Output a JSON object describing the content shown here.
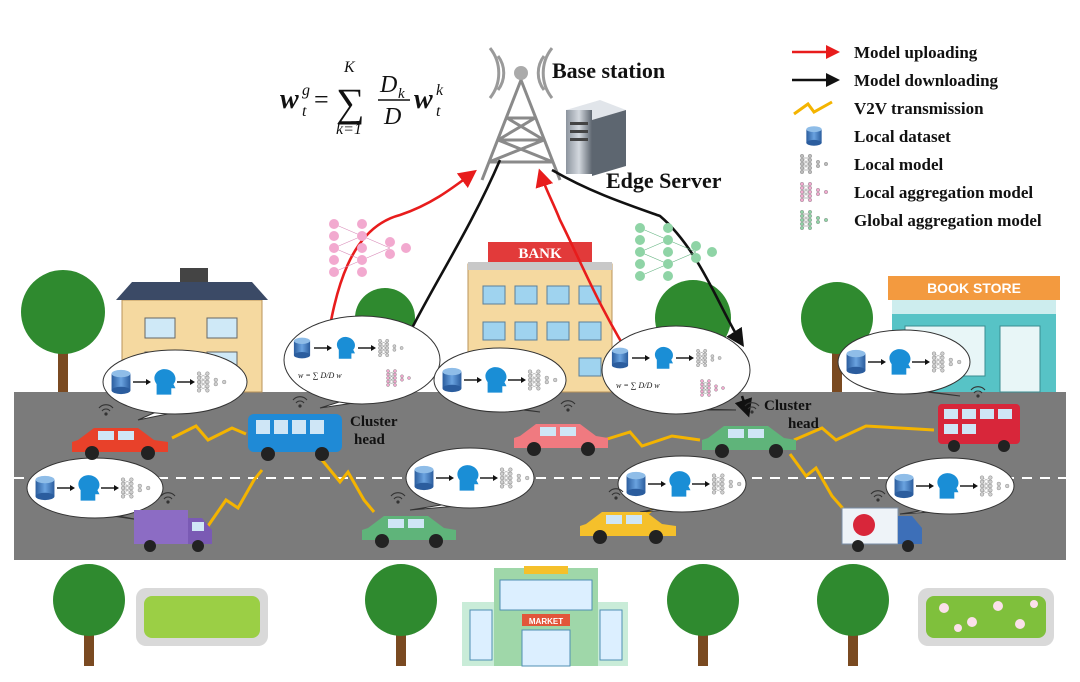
{
  "formula": {
    "lhs": "w",
    "lhs_sup": "g",
    "lhs_sub": "t",
    "sum_top": "K",
    "sum_bottom": "k=1",
    "frac_num": "D",
    "frac_num_sub": "k",
    "frac_den": "D",
    "rhs": "w",
    "rhs_sup": "k",
    "rhs_sub": "t"
  },
  "labels": {
    "base_station": "Base station",
    "edge_server": "Edge Server",
    "cluster_head_1": [
      "Cluster",
      "head"
    ],
    "cluster_head_2": [
      "Cluster",
      "head"
    ],
    "bank": "BANK",
    "book_store": "BOOK STORE",
    "market": "MARKET",
    "cluster_formula": "w = ∑ D/D w"
  },
  "legend": [
    {
      "label": "Model uploading",
      "kind": "arrow",
      "color": "#e81c1c"
    },
    {
      "label": "Model downloading",
      "kind": "arrow",
      "color": "#111111"
    },
    {
      "label": "V2V transmission",
      "kind": "bolt",
      "color": "#f4b400"
    },
    {
      "label": "Local dataset",
      "kind": "cylinder",
      "color": "#3d72b8"
    },
    {
      "label": "Local model",
      "kind": "nn",
      "color": "#bcbcbc"
    },
    {
      "label": "Local aggregation model",
      "kind": "nn",
      "color": "#f2a9cf"
    },
    {
      "label": "Global aggregation model",
      "kind": "nn",
      "color": "#8fd4a6"
    }
  ],
  "colors": {
    "upload": "#e81c1c",
    "download": "#111111",
    "v2v": "#f4b400",
    "road": "#7b7b7b",
    "dataset": "#3d72b8",
    "brain": "#1a8ed6",
    "tree": "#2f8a2f"
  }
}
